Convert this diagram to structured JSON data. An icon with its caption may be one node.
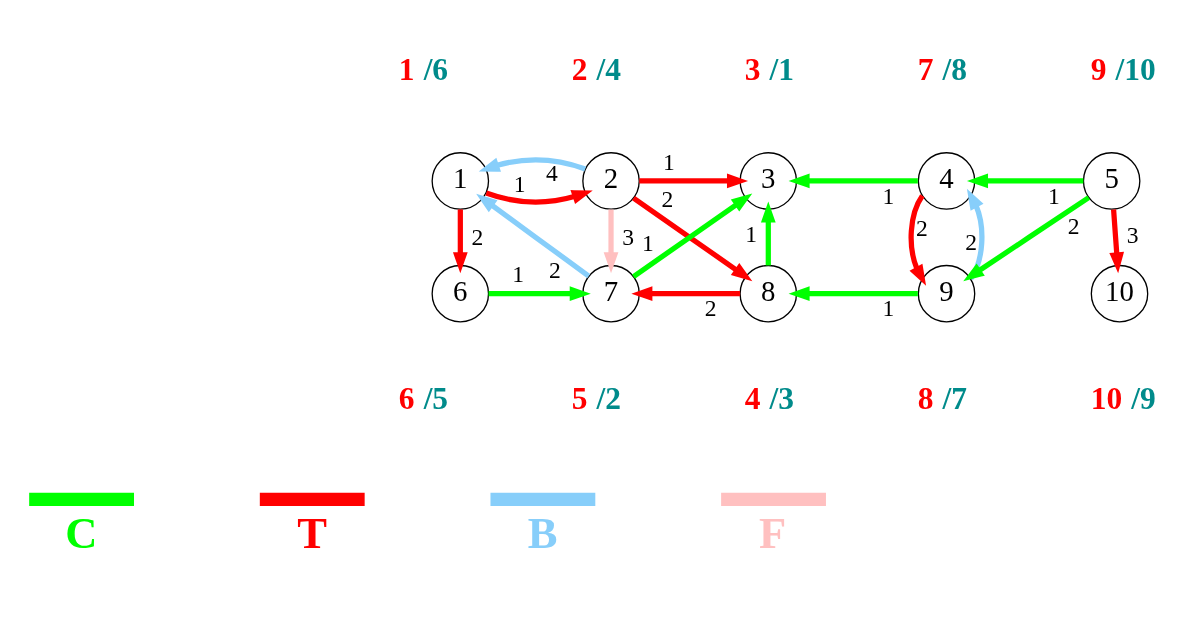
{
  "diagram": {
    "nodes": [
      {
        "text": [
          "1"
        ],
        "beside": [
          "1",
          "/6"
        ]
      },
      {
        "text": [
          "2"
        ],
        "beside": [
          "2",
          "/4"
        ]
      },
      {
        "text": [
          "3"
        ],
        "beside": [
          "3",
          "/1"
        ]
      },
      {
        "text": [
          "4"
        ],
        "beside": [
          "7",
          "/8"
        ]
      },
      {
        "text": [
          "5"
        ],
        "beside": [
          "9",
          "/10"
        ]
      },
      {
        "text": [
          "6"
        ],
        "beside": [
          "6",
          "/5"
        ]
      },
      {
        "text": [
          "7"
        ],
        "beside": [
          "5",
          "/2"
        ]
      },
      {
        "text": [
          "8"
        ],
        "beside": [
          "4",
          "/3"
        ]
      },
      {
        "text": [
          "9"
        ],
        "beside": [
          "8",
          "/7"
        ]
      },
      {
        "text": [
          "10"
        ],
        "beside": [
          "10",
          "/9"
        ]
      }
    ],
    "edges": [
      {
        "from": 0,
        "to": 1,
        "arrow": "to",
        "label": "1",
        "color": "#ff0000"
      },
      {
        "from": 1,
        "to": 0,
        "arrow": "to",
        "label": "4",
        "color": "#87cefa"
      },
      {
        "from": 0,
        "to": 5,
        "arrow": "to",
        "label": "2",
        "color": "#ff0000"
      },
      {
        "from": 6,
        "to": 0,
        "arrow": "to",
        "label": "2",
        "color": "#87cefa"
      },
      {
        "from": 1,
        "to": 2,
        "arrow": "to",
        "label": "1",
        "color": "#ff0000"
      },
      {
        "from": 1,
        "to": 6,
        "arrow": "to",
        "label": "3",
        "color": "#ffc0c0"
      },
      {
        "from": 1,
        "to": 7,
        "arrow": "to",
        "label": "2",
        "color": "#ff0000"
      },
      {
        "from": 5,
        "to": 6,
        "arrow": "to",
        "label": "1",
        "color": "#00ff00"
      },
      {
        "from": 6,
        "to": 2,
        "arrow": "to",
        "label": "1",
        "color": "#00ff00"
      },
      {
        "from": 7,
        "to": 6,
        "arrow": "to",
        "label": "2",
        "color": "#ff0000"
      },
      {
        "from": 7,
        "to": 2,
        "arrow": "to",
        "label": "1",
        "color": "#00ff00"
      },
      {
        "from": 3,
        "to": 2,
        "arrow": "to",
        "label": "1",
        "color": "#00ff00"
      },
      {
        "from": 4,
        "to": 3,
        "arrow": "to",
        "label": "1",
        "color": "#00ff00"
      },
      {
        "from": 3,
        "to": 8,
        "arrow": "to",
        "label": "2",
        "color": "#ff0000"
      },
      {
        "from": 8,
        "to": 3,
        "arrow": "to",
        "label": "2",
        "color": "#87cefa"
      },
      {
        "from": 4,
        "to": 8,
        "arrow": "to",
        "label": "2",
        "color": "#00ff00"
      },
      {
        "from": 4,
        "to": 9,
        "arrow": "to",
        "label": "3",
        "color": "#ff0000"
      },
      {
        "from": 8,
        "to": 7,
        "arrow": "to",
        "label": "1",
        "color": "#00ff00"
      }
    ],
    "legend": [
      {
        "text": "C",
        "color": "#00ff00"
      },
      {
        "text": "T",
        "color": "#ff0000"
      },
      {
        "text": "B",
        "color": "#87cefa"
      },
      {
        "text": "F",
        "color": "#ffc0c0"
      }
    ]
  }
}
